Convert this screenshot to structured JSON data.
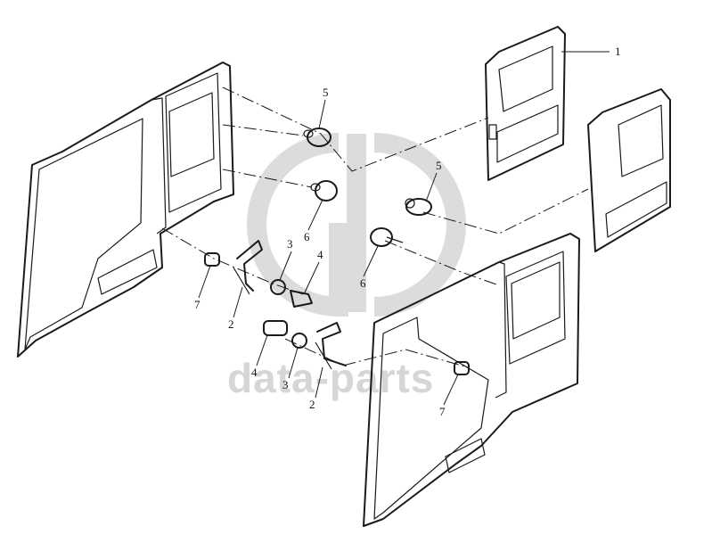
{
  "watermark": {
    "text": "data-parts",
    "color": "#d6d6d6"
  },
  "callouts": [
    {
      "id": "c1a",
      "label": "1"
    },
    {
      "id": "c5a",
      "label": "5"
    },
    {
      "id": "c5b",
      "label": "5"
    },
    {
      "id": "c6a",
      "label": "6"
    },
    {
      "id": "c6b",
      "label": "6"
    },
    {
      "id": "c3a",
      "label": "3"
    },
    {
      "id": "c4a",
      "label": "4"
    },
    {
      "id": "c7a",
      "label": "7"
    },
    {
      "id": "c2a",
      "label": "2"
    },
    {
      "id": "c4b",
      "label": "4"
    },
    {
      "id": "c3b",
      "label": "3"
    },
    {
      "id": "c2b",
      "label": "2"
    },
    {
      "id": "c7b",
      "label": "7"
    }
  ]
}
